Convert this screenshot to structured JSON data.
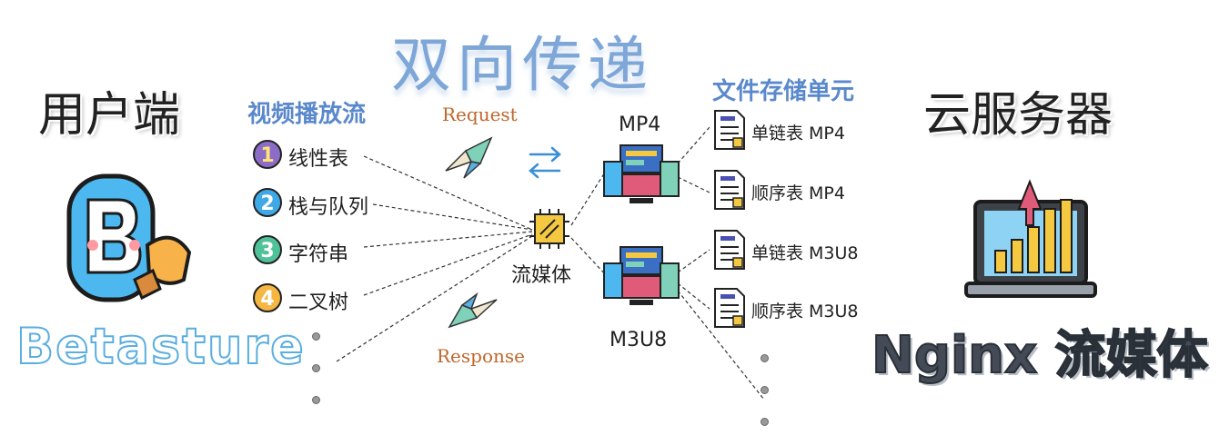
{
  "title": "双向传递",
  "client": {
    "label": "用户端",
    "brand": "Betasture"
  },
  "server": {
    "label": "云服务器",
    "brand": "Nginx 流媒体"
  },
  "video_section": {
    "heading": "视频播放流",
    "items": [
      {
        "num": "1",
        "label": "线性表"
      },
      {
        "num": "2",
        "label": "栈与队列"
      },
      {
        "num": "3",
        "label": "字符串"
      },
      {
        "num": "4",
        "label": "二叉树"
      }
    ]
  },
  "center": {
    "request": "Request",
    "response": "Response",
    "hub": "流媒体"
  },
  "formats": {
    "top": "MP4",
    "bottom": "M3U8"
  },
  "storage": {
    "heading": "文件存储单元",
    "files": [
      "单链表 MP4",
      "顺序表 MP4",
      "单链表 M3U8",
      "顺序表 M3U8"
    ]
  },
  "colors": {
    "title": "#7ea6d6",
    "heading": "#5a88cc",
    "rr": "#c0662a",
    "accent": "#f5c842"
  }
}
